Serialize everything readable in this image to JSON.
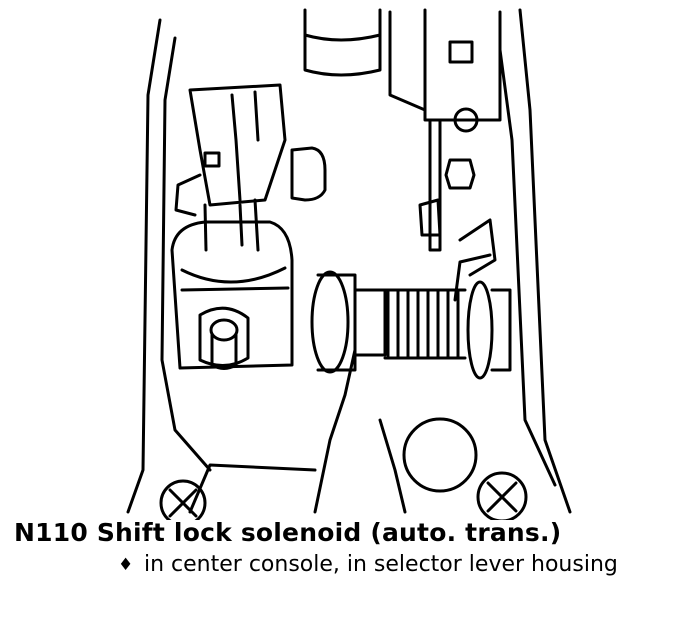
{
  "caption": {
    "code": "N110",
    "title": "Shift lock solenoid (auto. trans.)",
    "bullet_glyph": "♦",
    "bullet_text": "in center console, in selector lever housing"
  },
  "icons": [
    "bullet-diamond-icon",
    "mounting-screw-icon",
    "hex-nut-icon"
  ]
}
